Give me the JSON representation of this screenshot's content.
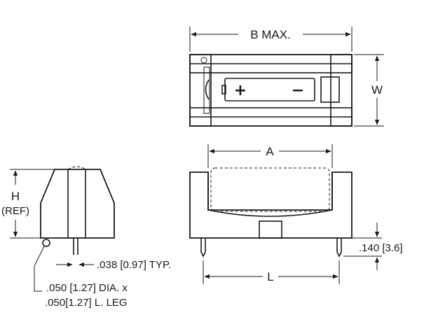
{
  "top_view": {
    "dim_b_label": "B MAX.",
    "dim_w_label": "W",
    "battery_plus": "+",
    "battery_minus": "−"
  },
  "front_view": {
    "dim_a_label": "A",
    "dim_l_label": "L",
    "dim_pin_height_label": ".140 [3.6]"
  },
  "side_view": {
    "dim_h_label": "H",
    "dim_h_ref_label": "(REF)",
    "dim_pin_width_label": ".038 [0.97] TYP.",
    "leg_note_line1": ".050 [1.27] DIA. x",
    "leg_note_line2": ".050[1.27] L. LEG"
  }
}
